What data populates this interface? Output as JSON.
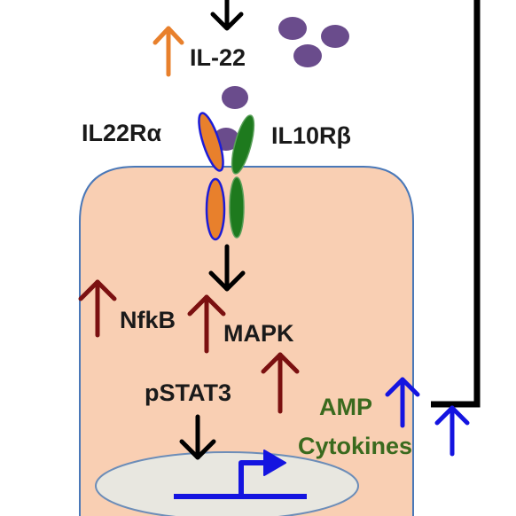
{
  "labels": {
    "il22": "IL-22",
    "il22ra": "IL22Rα",
    "il10rb": "IL10Rβ",
    "nfkb": "NfkB",
    "mapk": "MAPK",
    "pstat3": "pSTAT3",
    "amp": "AMP",
    "cytokines": "Cytokines"
  },
  "colors": {
    "cell_fill": "#f9cfb3",
    "cell_border": "#4a78b8",
    "nucleus_fill": "#e8e7e0",
    "nucleus_border": "#6c8db8",
    "il22_molecule": "#6a4c8c",
    "il22ra_subunit": "#e8802c",
    "il10rb_subunit": "#1e7a1e",
    "receptor_outline": "#1c1cd8",
    "increase_arrow_il22": "#e8802c",
    "increase_arrow_signal": "#7b1010",
    "increase_arrow_output": "#1414e0",
    "signal_arrow": "#000000",
    "feedback_line": "#000000",
    "gene_promoter": "#1414e0",
    "output_text": "#3a6a1e",
    "label_text": "#1a1a1a"
  },
  "icons": {
    "receptor": "il22-receptor-complex-icon",
    "promoter": "gene-promoter-arrow-icon"
  }
}
